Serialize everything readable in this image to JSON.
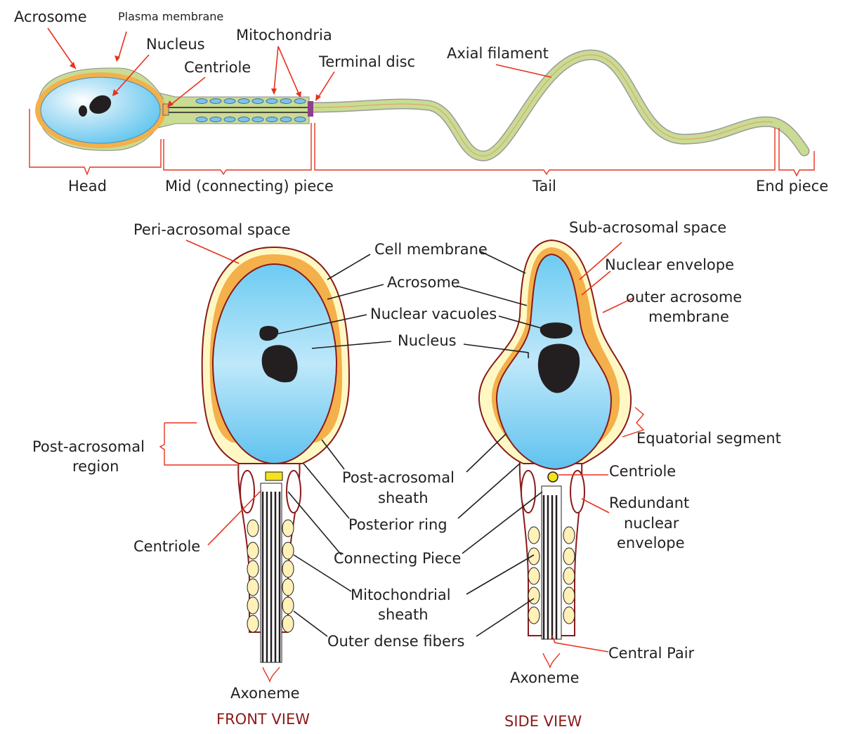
{
  "top": {
    "acrosome": "Acrosome",
    "plasma_membrane": "Plasma membrane",
    "nucleus": "Nucleus",
    "centriole": "Centriole",
    "mitochondria": "Mitochondria",
    "terminal_disc": "Terminal disc",
    "axial_filament": "Axial filament",
    "head": "Head",
    "mid_piece": "Mid (connecting) piece",
    "tail": "Tail",
    "end_piece": "End piece"
  },
  "front": {
    "peri_acrosomal_space": "Peri-acrosomal space",
    "cell_membrane": "Cell membrane",
    "acrosome": "Acrosome",
    "nuclear_vacuoles": "Nuclear vacuoles",
    "nucleus": "Nucleus",
    "post_acrosomal_region_1": "Post-acrosomal",
    "post_acrosomal_region_2": "region",
    "centriole": "Centriole",
    "axoneme": "Axoneme",
    "view_title": "FRONT VIEW"
  },
  "middle": {
    "post_acrosomal_sheath_1": "Post-acrosomal",
    "post_acrosomal_sheath_2": "sheath",
    "posterior_ring": "Posterior ring",
    "connecting_piece": "Connecting Piece",
    "mitochondrial_sheath_1": "Mitochondrial",
    "mitochondrial_sheath_2": "sheath",
    "outer_dense_fibers": "Outer dense fibers"
  },
  "side": {
    "sub_acrosomal_space": "Sub-acrosomal space",
    "nuclear_envelope": "Nuclear envelope",
    "outer_acrosome_membrane_1": "outer acrosome",
    "outer_acrosome_membrane_2": "membrane",
    "equatorial_segment": "Equatorial segment",
    "centriole": "Centriole",
    "redundant_nuclear_envelope_1": "Redundant",
    "redundant_nuclear_envelope_2": "nuclear",
    "redundant_nuclear_envelope_3": "envelope",
    "central_pair": "Central Pair",
    "axoneme": "Axoneme",
    "view_title": "SIDE VIEW"
  }
}
